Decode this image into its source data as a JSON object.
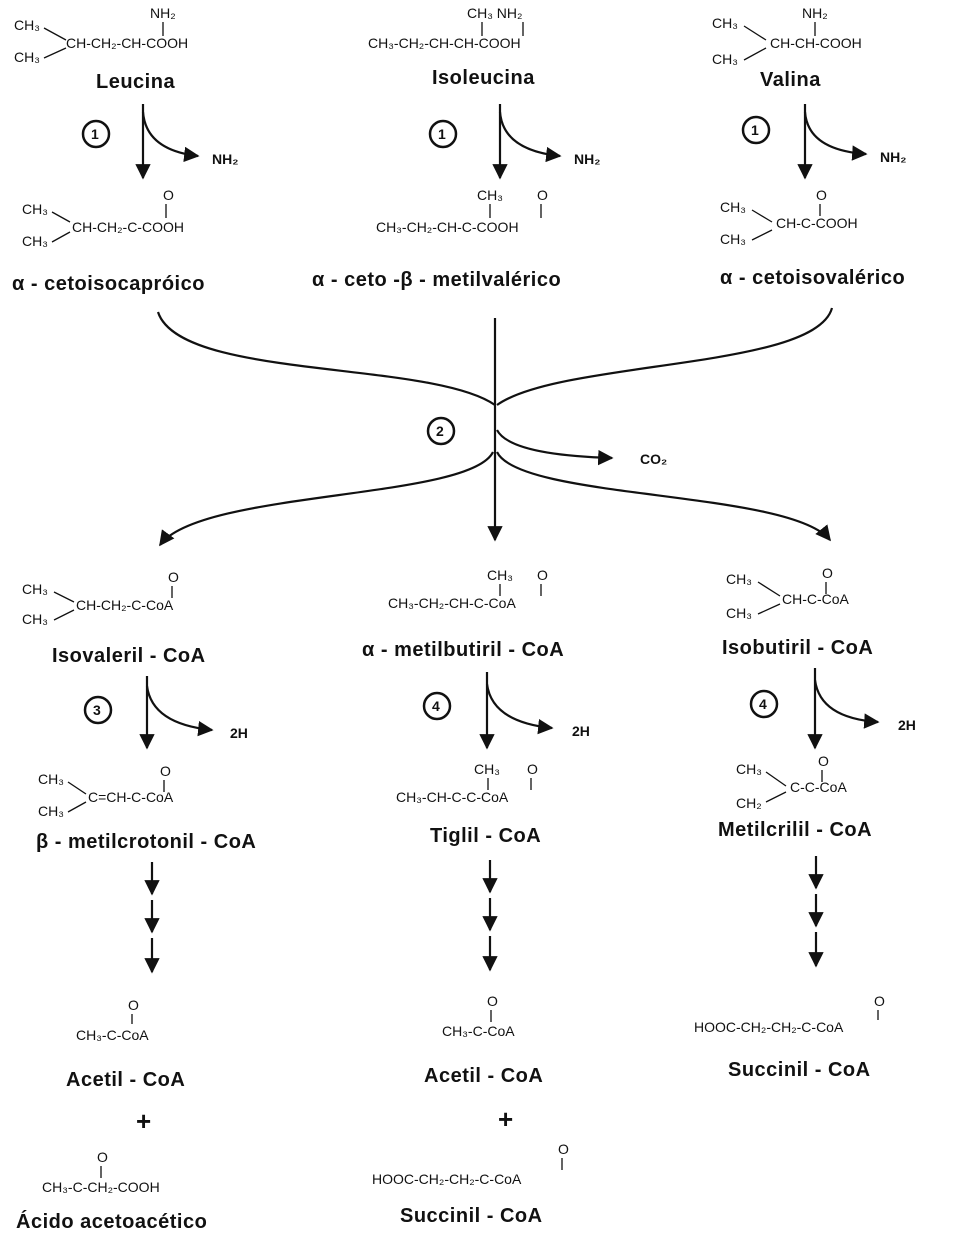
{
  "top": {
    "leucina": {
      "name": "Leucina",
      "formula_main": "CH-CH₂-CH-COOH",
      "upper1": "CH₃",
      "lower1": "CH₃",
      "top": "NH₂"
    },
    "isoleucina": {
      "name": "Isoleucina",
      "formula_main": "CH₃-CH₂-CH-CH-COOH",
      "top": "CH₃ NH₂"
    },
    "valina": {
      "name": "Valina",
      "formula_main": "CH-CH-COOH",
      "upper1": "CH₃",
      "lower1": "CH₃",
      "top": "NH₂"
    }
  },
  "steps": {
    "s1": "1",
    "s2": "2",
    "s3": "3",
    "s4": "4"
  },
  "products": {
    "nh2": "NH₂",
    "co2": "CO₂",
    "h2": "2H"
  },
  "keto": {
    "left": {
      "name": "α - cetoisocapróico",
      "main": "CH-CH₂-C-COOH",
      "upper": "CH₃",
      "lower": "CH₃",
      "o": "O"
    },
    "middle": {
      "name": "α - ceto -β - metilvalérico",
      "main": "CH₃-CH₂-CH-C-COOH",
      "top": "CH₃",
      "o": "O"
    },
    "right": {
      "name": "α - cetoisovalérico",
      "main": "CH-C-COOH",
      "upper": "CH₃",
      "lower": "CH₃",
      "o": "O"
    }
  },
  "acyl": {
    "left": {
      "name": "Isovaleril - CoA",
      "main": "CH-CH₂-C-CoA",
      "upper": "CH₃",
      "lower": "CH₃",
      "o": "O"
    },
    "middle": {
      "name": "α - metilbutiril - CoA",
      "main": "CH₃-CH₂-CH-C-CoA",
      "top": "CH₃",
      "o": "O"
    },
    "right": {
      "name": "Isobutiril - CoA",
      "main": "CH-C-CoA",
      "upper": "CH₃",
      "lower": "CH₃",
      "o": "O"
    }
  },
  "enoyl": {
    "left": {
      "name": "β - metilcrotonil - CoA",
      "main": "C=CH-C-CoA",
      "upper": "CH₃",
      "lower": "CH₃",
      "o": "O"
    },
    "middle": {
      "name": "Tiglil - CoA",
      "main": "CH₃-CH-C-C-CoA",
      "top": "CH₃",
      "o": "O"
    },
    "right": {
      "name": "Metilcrilil - CoA",
      "main": "C-C-CoA",
      "upper": "CH₃",
      "lower": "CH₂",
      "o": "O"
    }
  },
  "final": {
    "left1": {
      "name": "Acetil - CoA",
      "main": "CH₃-C-CoA",
      "o": "O"
    },
    "left2": {
      "name": "Ácido acetoacético",
      "main": "CH₃-C-CH₂-COOH",
      "o": "O"
    },
    "middle1": {
      "name": "Acetil - CoA",
      "main": "CH₃-C-CoA",
      "o": "O"
    },
    "middle2": {
      "name": "Succinil - CoA",
      "main": "HOOC-CH₂-CH₂-C-CoA",
      "o": "O"
    },
    "right": {
      "name": "Succinil - CoA",
      "main": "HOOC-CH₂-CH₂-C-CoA",
      "o": "O"
    },
    "plus": "+"
  }
}
